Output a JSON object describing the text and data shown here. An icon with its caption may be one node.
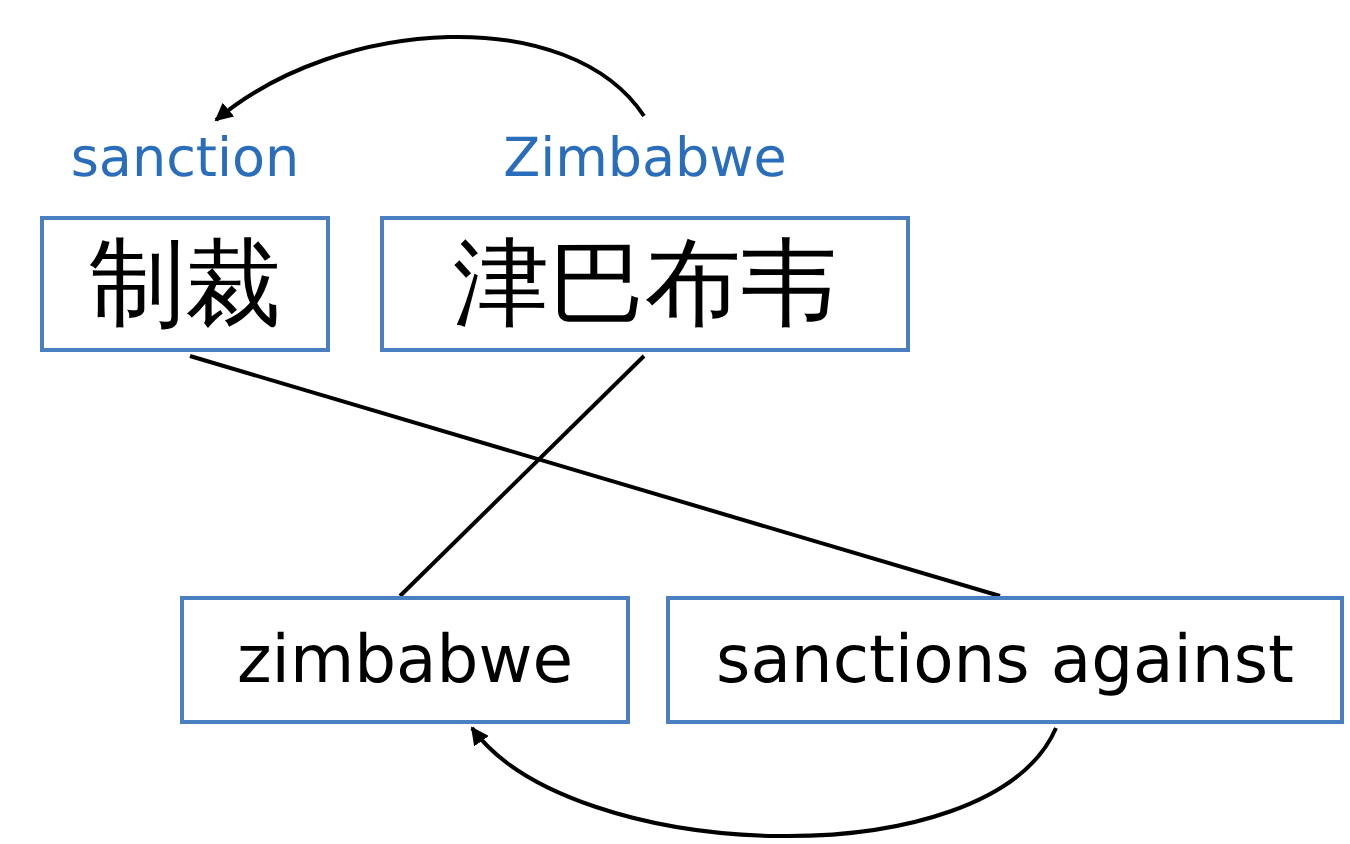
{
  "diagram": {
    "nodes": [
      {
        "text": [
          "sanction",
          "制裁"
        ]
      },
      {
        "text": [
          "Zimbabwe",
          "津巴布韦"
        ]
      },
      {
        "text": [
          "zimbabwe"
        ]
      },
      {
        "text": [
          "sanctions against"
        ]
      }
    ],
    "edges": [
      {
        "from": 1,
        "to": 0,
        "arrow": "to"
      },
      {
        "from": 0,
        "to": 3,
        "arrow": "none"
      },
      {
        "from": 1,
        "to": 2,
        "arrow": "none"
      },
      {
        "from": 3,
        "to": 2,
        "arrow": "to"
      }
    ]
  }
}
